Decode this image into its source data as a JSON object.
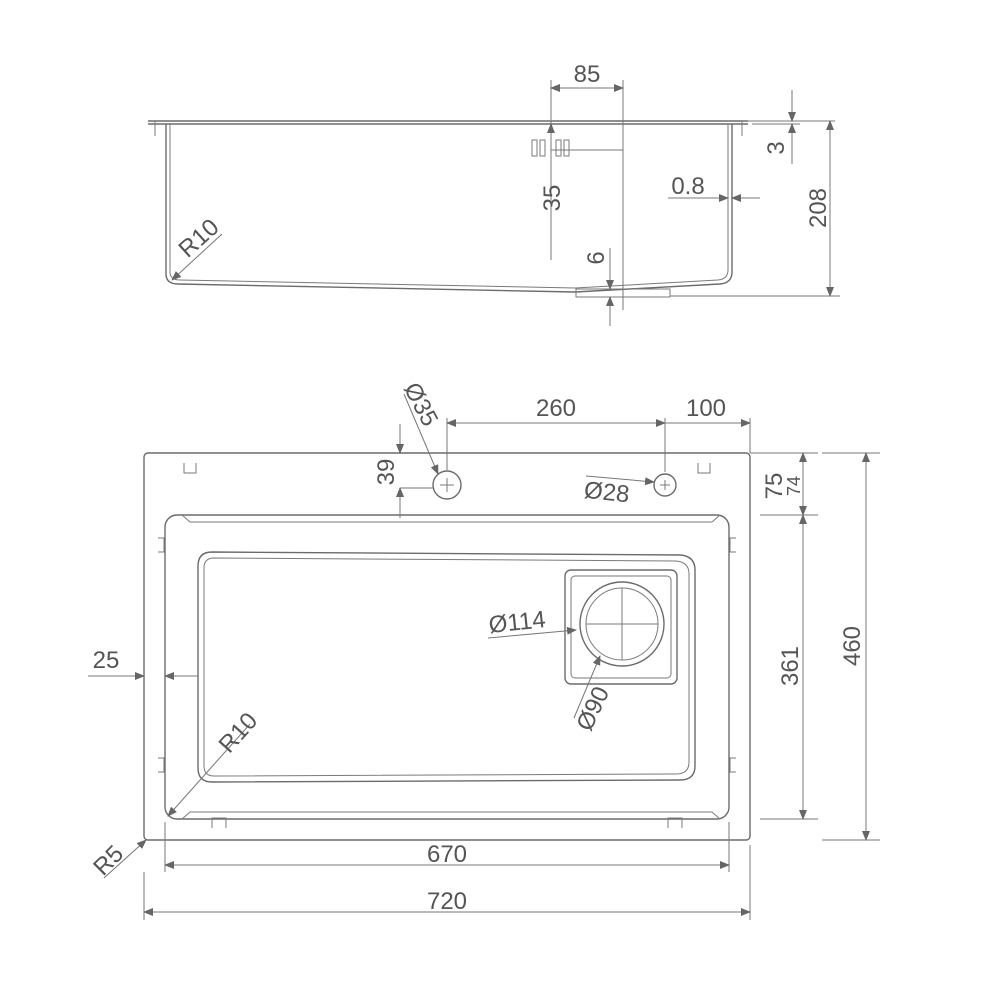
{
  "side_view": {
    "dims": {
      "drain_width": "85",
      "flange_thickness": "3",
      "depth": "208",
      "overflow_height": "35",
      "wall_thickness": "0.8",
      "corner_radius": "R10",
      "drain_drop": "6"
    }
  },
  "top_view": {
    "dims": {
      "hole_large": "Ø35",
      "hole_spacing": "260",
      "hole_edge_offset": "100",
      "hole_depth": "39",
      "hole_small": "Ø28",
      "top_margin_75": "75",
      "top_margin_74": "74",
      "strainer_outer": "Ø114",
      "strainer_inner": "Ø90",
      "side_margin": "25",
      "inner_radius": "R10",
      "outer_radius": "R5",
      "bowl_depth": "361",
      "overall_depth": "460",
      "bowl_width": "670",
      "overall_width": "720"
    }
  },
  "colors": {
    "line": "#6b6b6b",
    "text": "#555555"
  }
}
